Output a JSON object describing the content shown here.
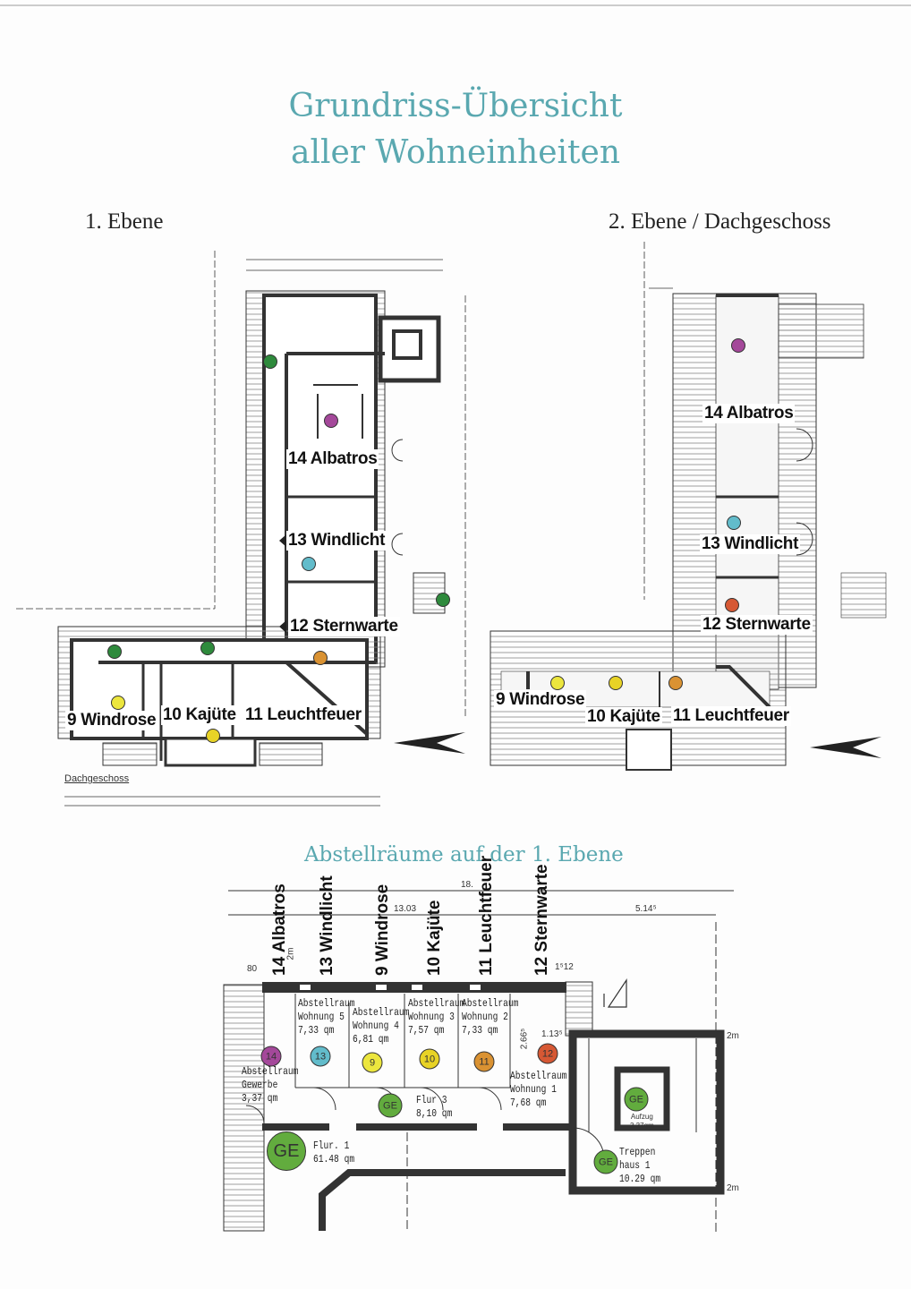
{
  "title": {
    "line1": "Grundriss-Übersicht",
    "line2": "aller Wohneinheiten"
  },
  "levels": {
    "first": "1. Ebene",
    "second": "2. Ebene / Dachgeschoss"
  },
  "units": {
    "u14": "14 Albatros",
    "u13": "13 Windlicht",
    "u12": "12 Sternwarte",
    "u9": "9 Windrose",
    "u10": "10 Kajüte",
    "u11": "11 Leuchtfeuer"
  },
  "plan_left": {
    "caption": "Dachgeschoss"
  },
  "storage": {
    "subtitle": "Abstellräume auf der 1. Ebene",
    "rooms": [
      {
        "l1": "Abstellraum",
        "l2": "Wohnung 5",
        "l3": "7,33 qm"
      },
      {
        "l1": "Abstellraum",
        "l2": "Wohnung 4",
        "l3": "6,81 qm"
      },
      {
        "l1": "Abstellraum",
        "l2": "Wohnung 3",
        "l3": "7,57 qm"
      },
      {
        "l1": "Abstellraum",
        "l2": "Wohnung 2",
        "l3": "7,33 qm"
      },
      {
        "l1": "Abstellraum",
        "l2": "Gewerbe",
        "l3": "3,37 qm"
      },
      {
        "l1": "Abstellraum",
        "l2": "Wohnung 1",
        "l3": "7,68 qm"
      }
    ],
    "flur3": {
      "l1": "Flur 3",
      "l2": "8,10 qm"
    },
    "flur1": {
      "l1": "Flur.   1",
      "l2": "61.48 qm"
    },
    "aufzug": {
      "l1": "Aufzug",
      "l2": "3.37qm"
    },
    "treppen": {
      "l1": "Treppen",
      "l2": "haus     1",
      "l3": "10.29 qm"
    },
    "dims": {
      "d1": "18.",
      "d2": "13.03",
      "d3": "5.14⁵",
      "d4": "80",
      "d5": "2m",
      "d6": "1⁵12",
      "d7": "2.66⁵",
      "d8": "1.13⁵",
      "d9": "2m",
      "d10": "2m"
    }
  },
  "markers": {
    "m9": "9",
    "m10": "10",
    "m11": "11",
    "m12": "12",
    "m13": "13",
    "m14": "14",
    "ge": "GE"
  },
  "colors": {
    "title": "#5aa8b0",
    "m9": "#ece63e",
    "m10": "#e8d326",
    "m11": "#da9232",
    "m12": "#d65834",
    "m13": "#62bccb",
    "m14": "#a4489a",
    "ge": "#62ac3e"
  }
}
